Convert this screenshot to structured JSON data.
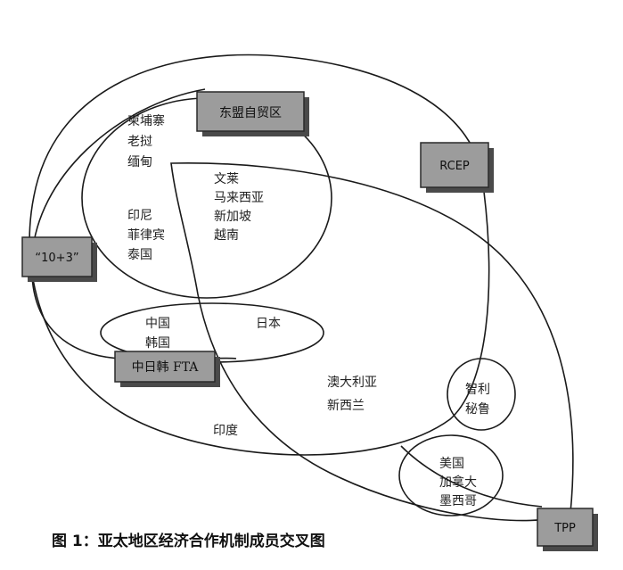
{
  "groups": {
    "asean_fta": "东盟自贸区",
    "rcep": "RCEP",
    "ten_plus_three": "“10+3”",
    "cjk_fta": "中日韩 FTA",
    "tpp": "TPP"
  },
  "countries": {
    "cambodia": "柬埔寨",
    "laos": "老挝",
    "myanmar": "缅甸",
    "indonesia": "印尼",
    "philippines": "菲律宾",
    "thailand": "泰国",
    "brunei": "文莱",
    "malaysia": "马来西亚",
    "singapore": "新加坡",
    "vietnam": "越南",
    "china": "中国",
    "korea": "韩国",
    "japan": "日本",
    "australia": "澳大利亚",
    "new_zealand": "新西兰",
    "india": "印度",
    "chile": "智利",
    "peru": "秘鲁",
    "usa": "美国",
    "canada": "加拿大",
    "mexico": "墨西哥"
  },
  "caption": "图 1：亚太地区经济合作机制成员交叉图"
}
